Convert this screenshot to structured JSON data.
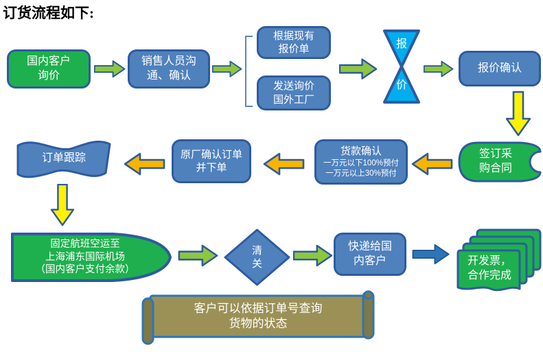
{
  "title": "订货流程如下:",
  "colors": {
    "green": "#1eb04e",
    "blue": "#4f81bd",
    "border": "#2e5b9f",
    "cyan": "#00aeef",
    "arrow_green": "#8dc63f",
    "arrow_gold": "#f7b500",
    "arrow_yellow": "#fef200",
    "blue_arrow": "#2e75b6",
    "olive": "#9b9157",
    "olive_dark": "#7f7847"
  },
  "nodes": {
    "inquiry": "国内客户\n询价",
    "sales": "销售人员沟\n通、确认",
    "quote_existing": "根据现有\n报价单",
    "quote_factory": "发送询价\n国外工厂",
    "hourglass_top": "报",
    "hourglass_bottom": "价",
    "quote_confirm": "报价确认",
    "contract": "签订采\n购合同",
    "payment_title": "货款确认",
    "payment_line1": "一万元以下100%预付",
    "payment_line2": "一万元以上30%预付",
    "factory_order": "原厂确认订单\n并下单",
    "tracking": "订单跟踪",
    "shipping": "固定航班空运至\n上海浦东国际机场\n（国内客户支付余款）",
    "customs": "清\n关",
    "delivery": "快递给国\n内客户",
    "invoice": "开发票，\n合作完成",
    "scroll_note": "客户可以依据订单号查询\n货物的状态"
  }
}
